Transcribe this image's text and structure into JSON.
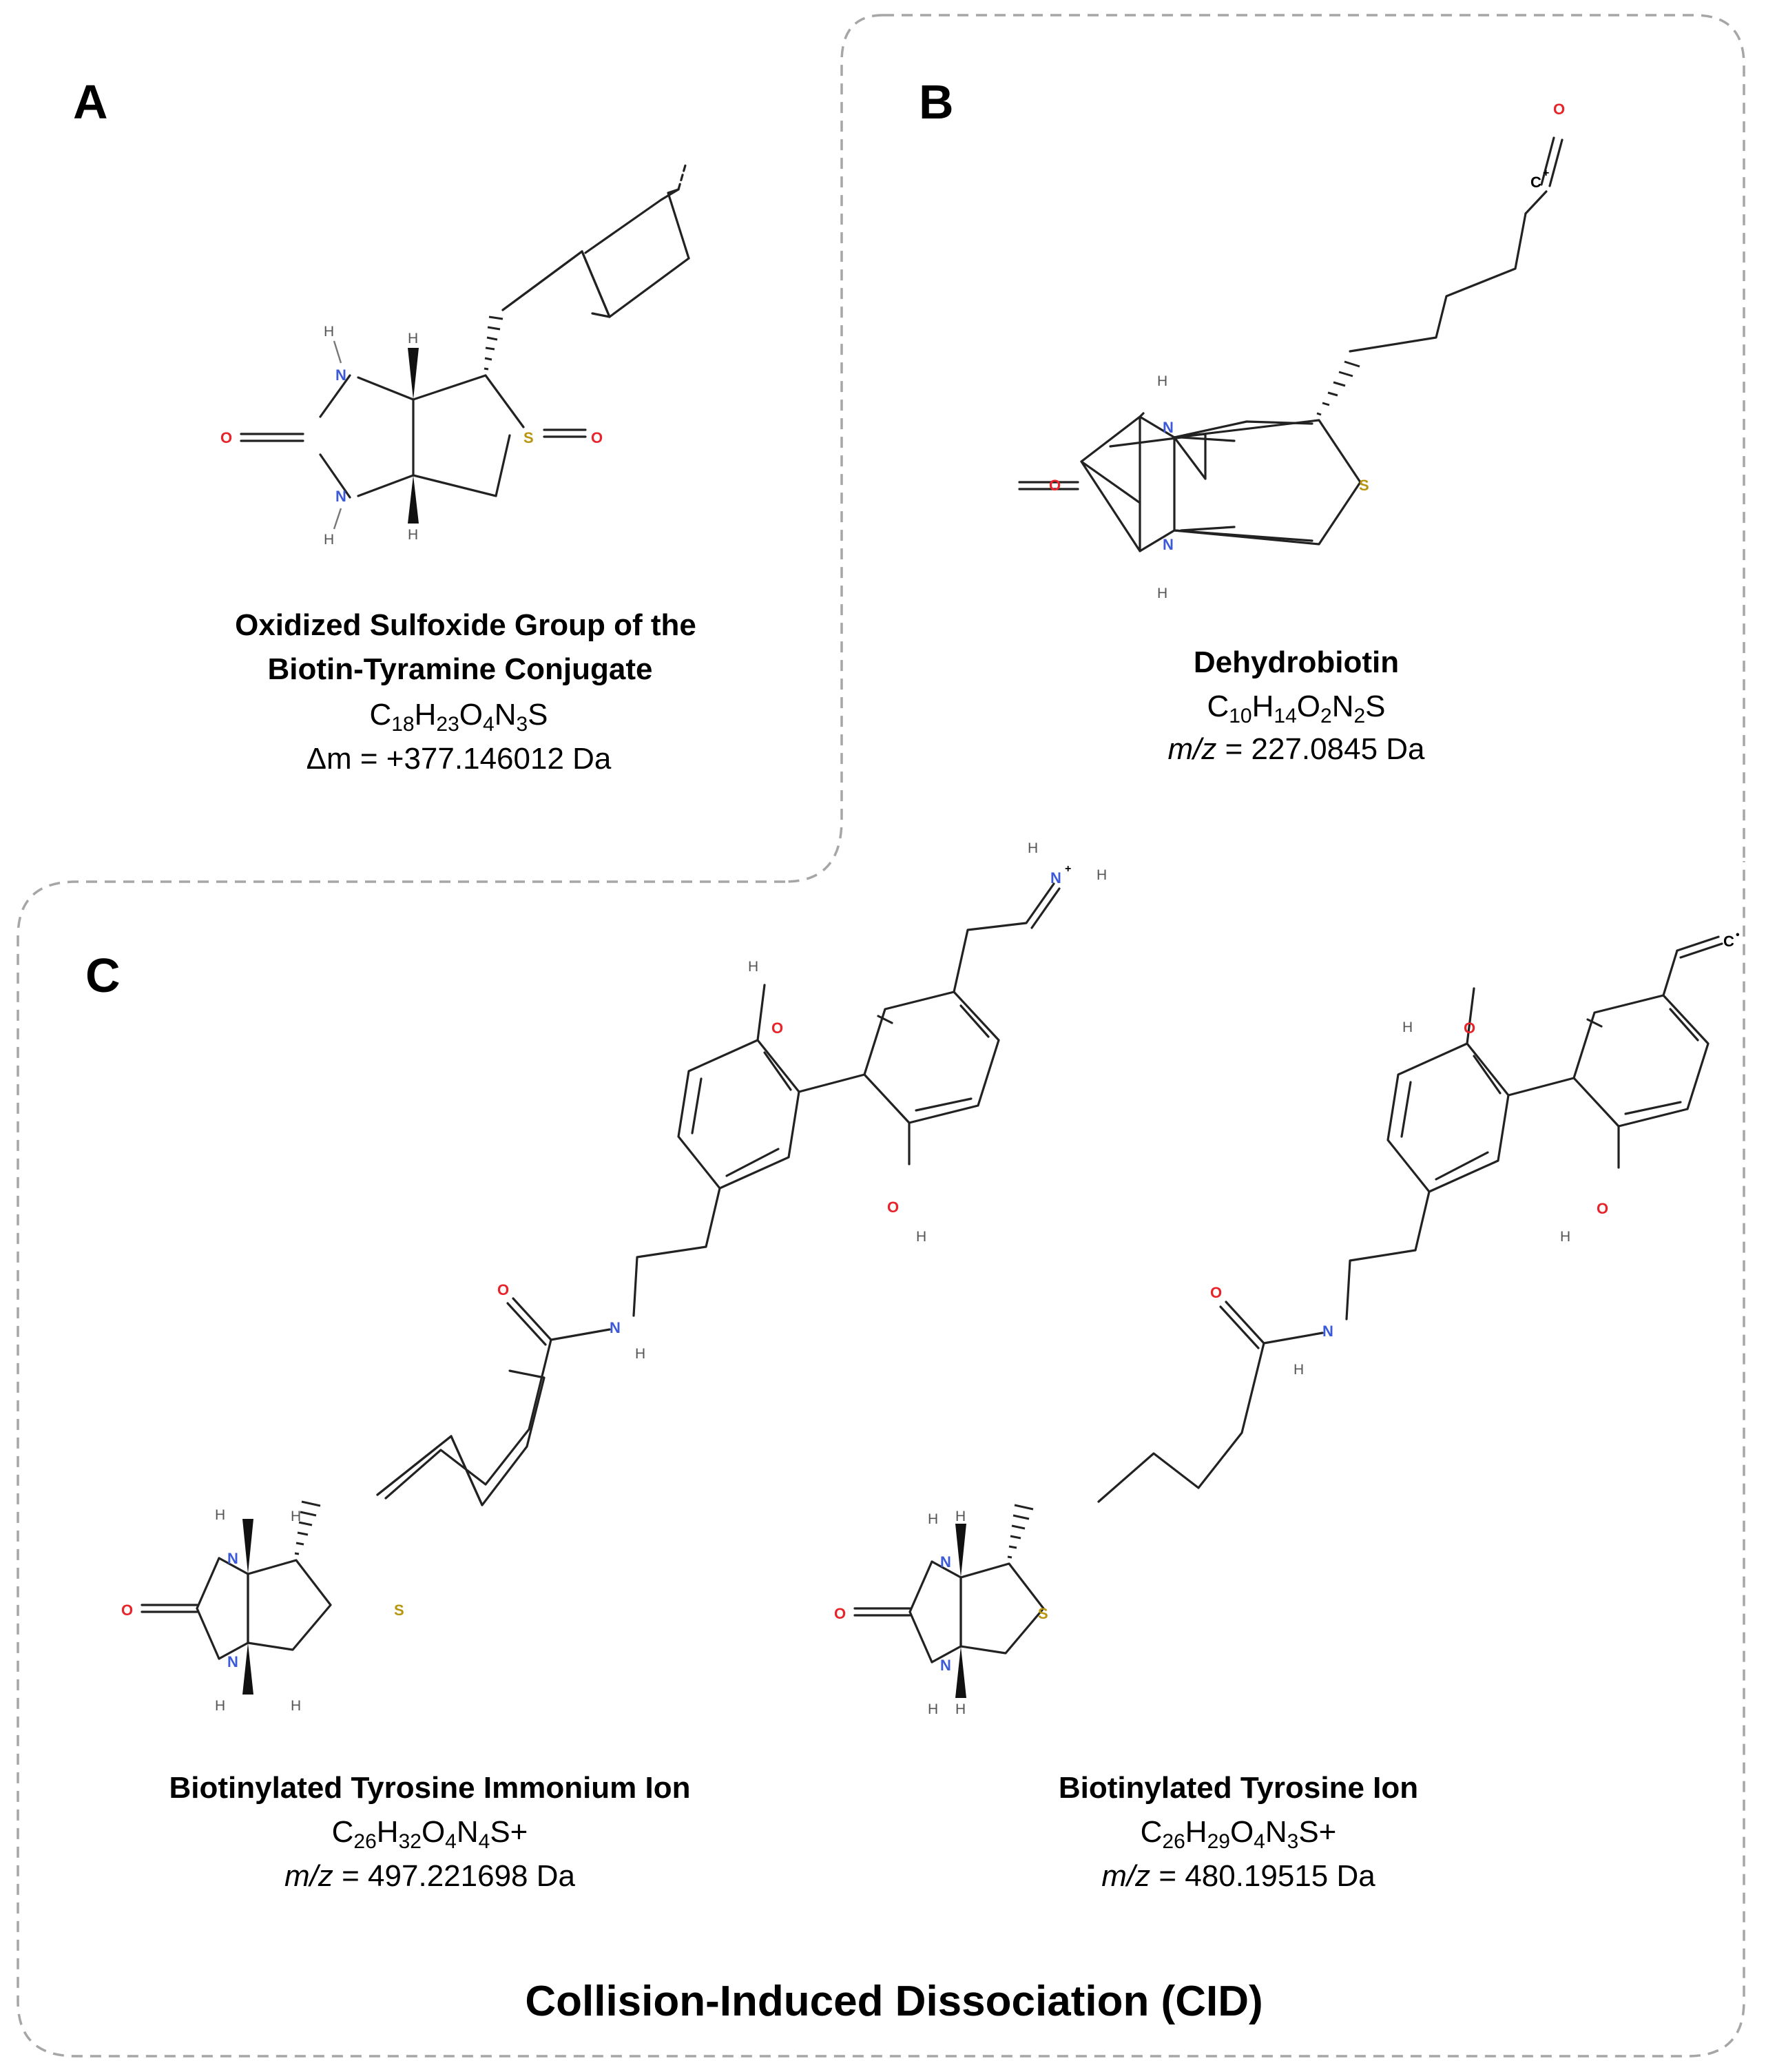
{
  "colors": {
    "nitrogen": "#3c5ad7",
    "oxygen": "#e8242b",
    "sulfur": "#b8950e",
    "hydrogen": "#555555",
    "bond": "#222222",
    "border": "#a6a6a6"
  },
  "atoms": {
    "N": "N",
    "O": "O",
    "S": "S",
    "H": "H",
    "C": "C",
    "plus": "+",
    "dot": "•"
  },
  "panels": {
    "A": {
      "label": "A",
      "name_line1": "Oxidized Sulfoxide Group of the",
      "name_line2": "Biotin-Tyramine Conjugate",
      "formula": [
        [
          "C",
          ""
        ],
        [
          "18",
          "sub"
        ],
        [
          "H",
          ""
        ],
        [
          "23",
          "sub"
        ],
        [
          "O",
          ""
        ],
        [
          "4",
          "sub"
        ],
        [
          "N",
          ""
        ],
        [
          "3",
          "sub"
        ],
        [
          "S",
          ""
        ]
      ],
      "measure_symbol": "Δm",
      "measure_value": " = +377.146012 Da"
    },
    "B": {
      "label": "B",
      "name": "Dehydrobiotin",
      "formula": [
        [
          "C",
          ""
        ],
        [
          "10",
          "sub"
        ],
        [
          "H",
          ""
        ],
        [
          "14",
          "sub"
        ],
        [
          "O",
          ""
        ],
        [
          "2",
          "sub"
        ],
        [
          "N",
          ""
        ],
        [
          "2",
          "sub"
        ],
        [
          "S",
          ""
        ]
      ],
      "measure_symbol": "m/z",
      "measure_value": " = 227.0845 Da"
    },
    "C": {
      "label": "C",
      "left": {
        "name": "Biotinylated Tyrosine Immonium Ion",
        "formula": [
          [
            "C",
            ""
          ],
          [
            "26",
            "sub"
          ],
          [
            "H",
            ""
          ],
          [
            "32",
            "sub"
          ],
          [
            "O",
            ""
          ],
          [
            "4",
            "sub"
          ],
          [
            "N",
            ""
          ],
          [
            "4",
            "sub"
          ],
          [
            "S+",
            ""
          ]
        ],
        "measure_symbol": "m/z",
        "measure_value": " = 497.221698 Da"
      },
      "right": {
        "name": "Biotinylated Tyrosine Ion",
        "formula": [
          [
            "C",
            ""
          ],
          [
            "26",
            "sub"
          ],
          [
            "H",
            ""
          ],
          [
            "29",
            "sub"
          ],
          [
            "O",
            ""
          ],
          [
            "4",
            "sub"
          ],
          [
            "N",
            ""
          ],
          [
            "3",
            "sub"
          ],
          [
            "S+",
            ""
          ]
        ],
        "measure_symbol": "m/z",
        "measure_value": " = 480.19515 Da"
      },
      "footer": "Collision-Induced Dissociation (CID)"
    }
  }
}
